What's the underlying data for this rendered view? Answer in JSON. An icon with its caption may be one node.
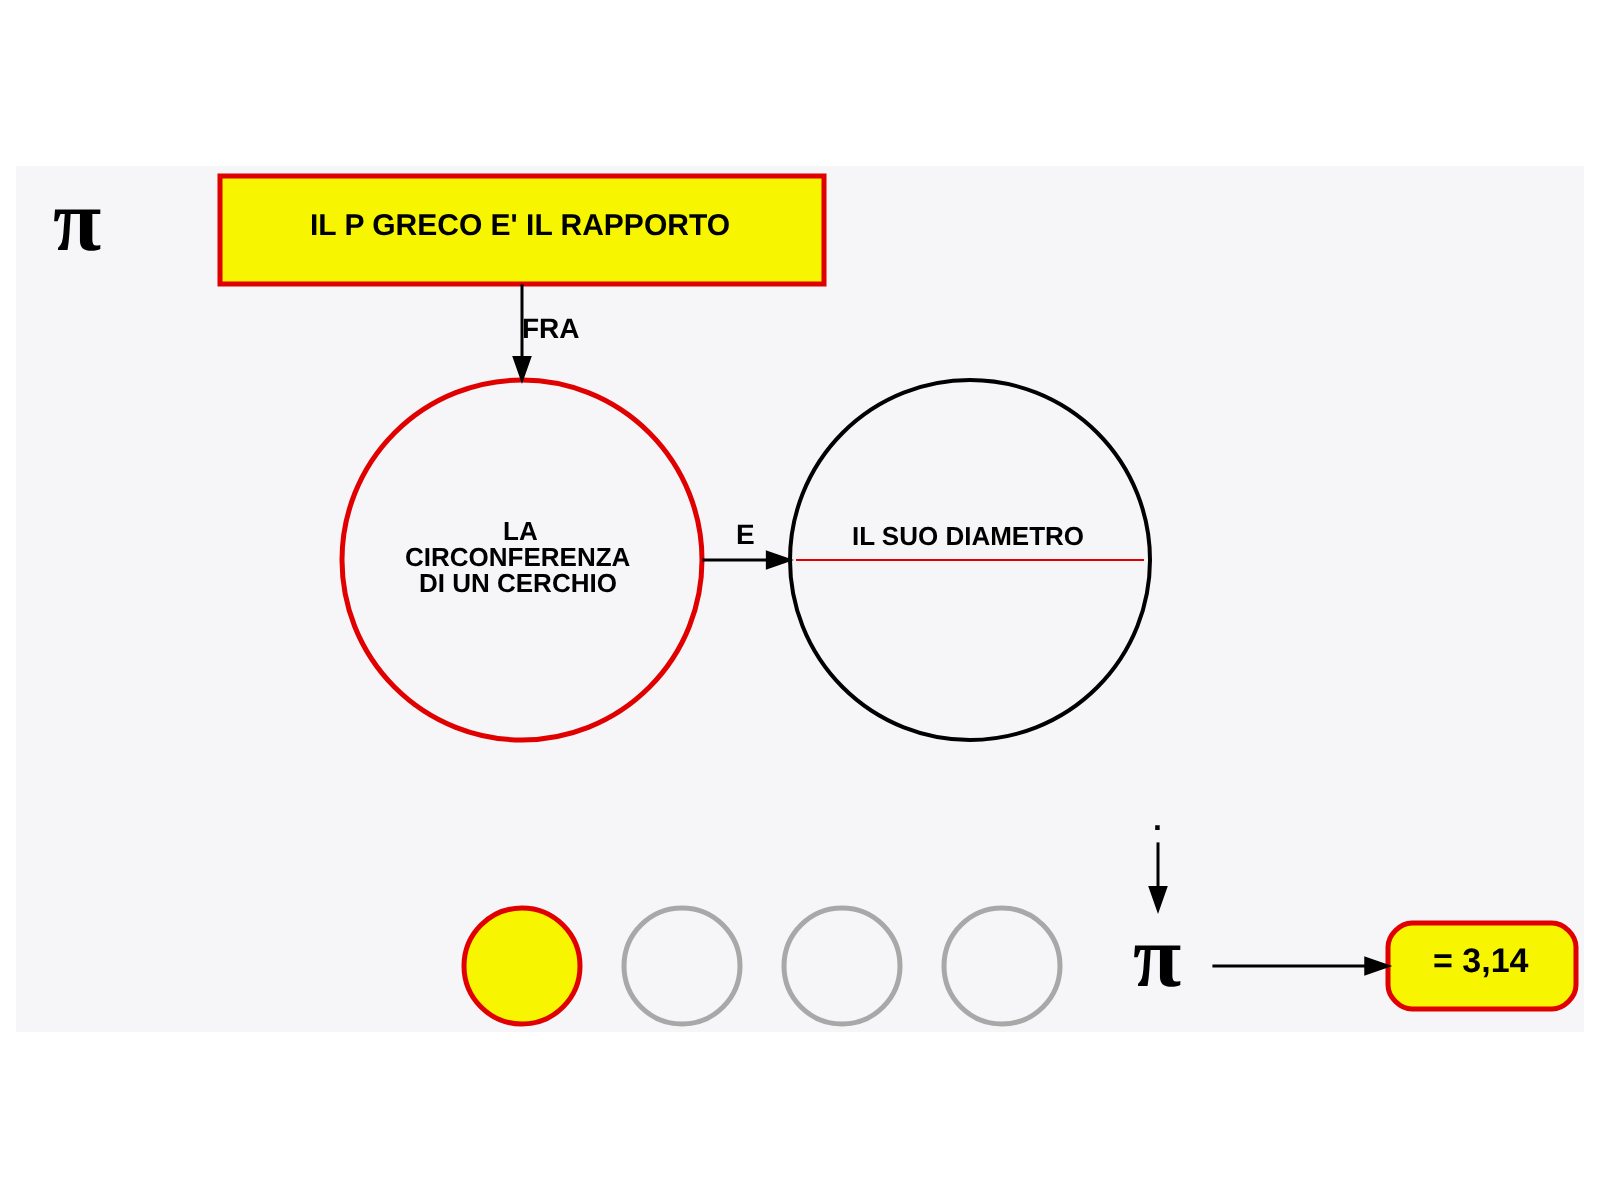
{
  "diagram": {
    "nodes": [
      {
        "text": [
          "IL P GRECO E' IL RAPPORTO"
        ]
      },
      {
        "text": [
          "LA CIRCONFERENZA DI UN CERCHIO"
        ]
      },
      {
        "text": [
          "IL SUO DIAMETRO"
        ]
      },
      {
        "text": [
          "."
        ]
      },
      {
        "text": [],
        "shape": "circle"
      },
      {
        "text": [],
        "shape": "circle"
      },
      {
        "text": [],
        "shape": "circle"
      },
      {
        "text": [],
        "shape": "circle"
      },
      {
        "text": [
          "π"
        ]
      },
      {
        "text": [
          "= 3,14"
        ]
      }
    ],
    "edges": [
      {
        "from": 0,
        "to": 1,
        "label": "FRA",
        "arrow": "to"
      },
      {
        "from": 1,
        "to": 2,
        "label": "E",
        "arrow": "to"
      },
      {
        "from": 3,
        "to": 8,
        "arrow": "to"
      },
      {
        "from": 8,
        "to": 9,
        "arrow": "to"
      }
    ],
    "labels": [
      "π"
    ]
  }
}
